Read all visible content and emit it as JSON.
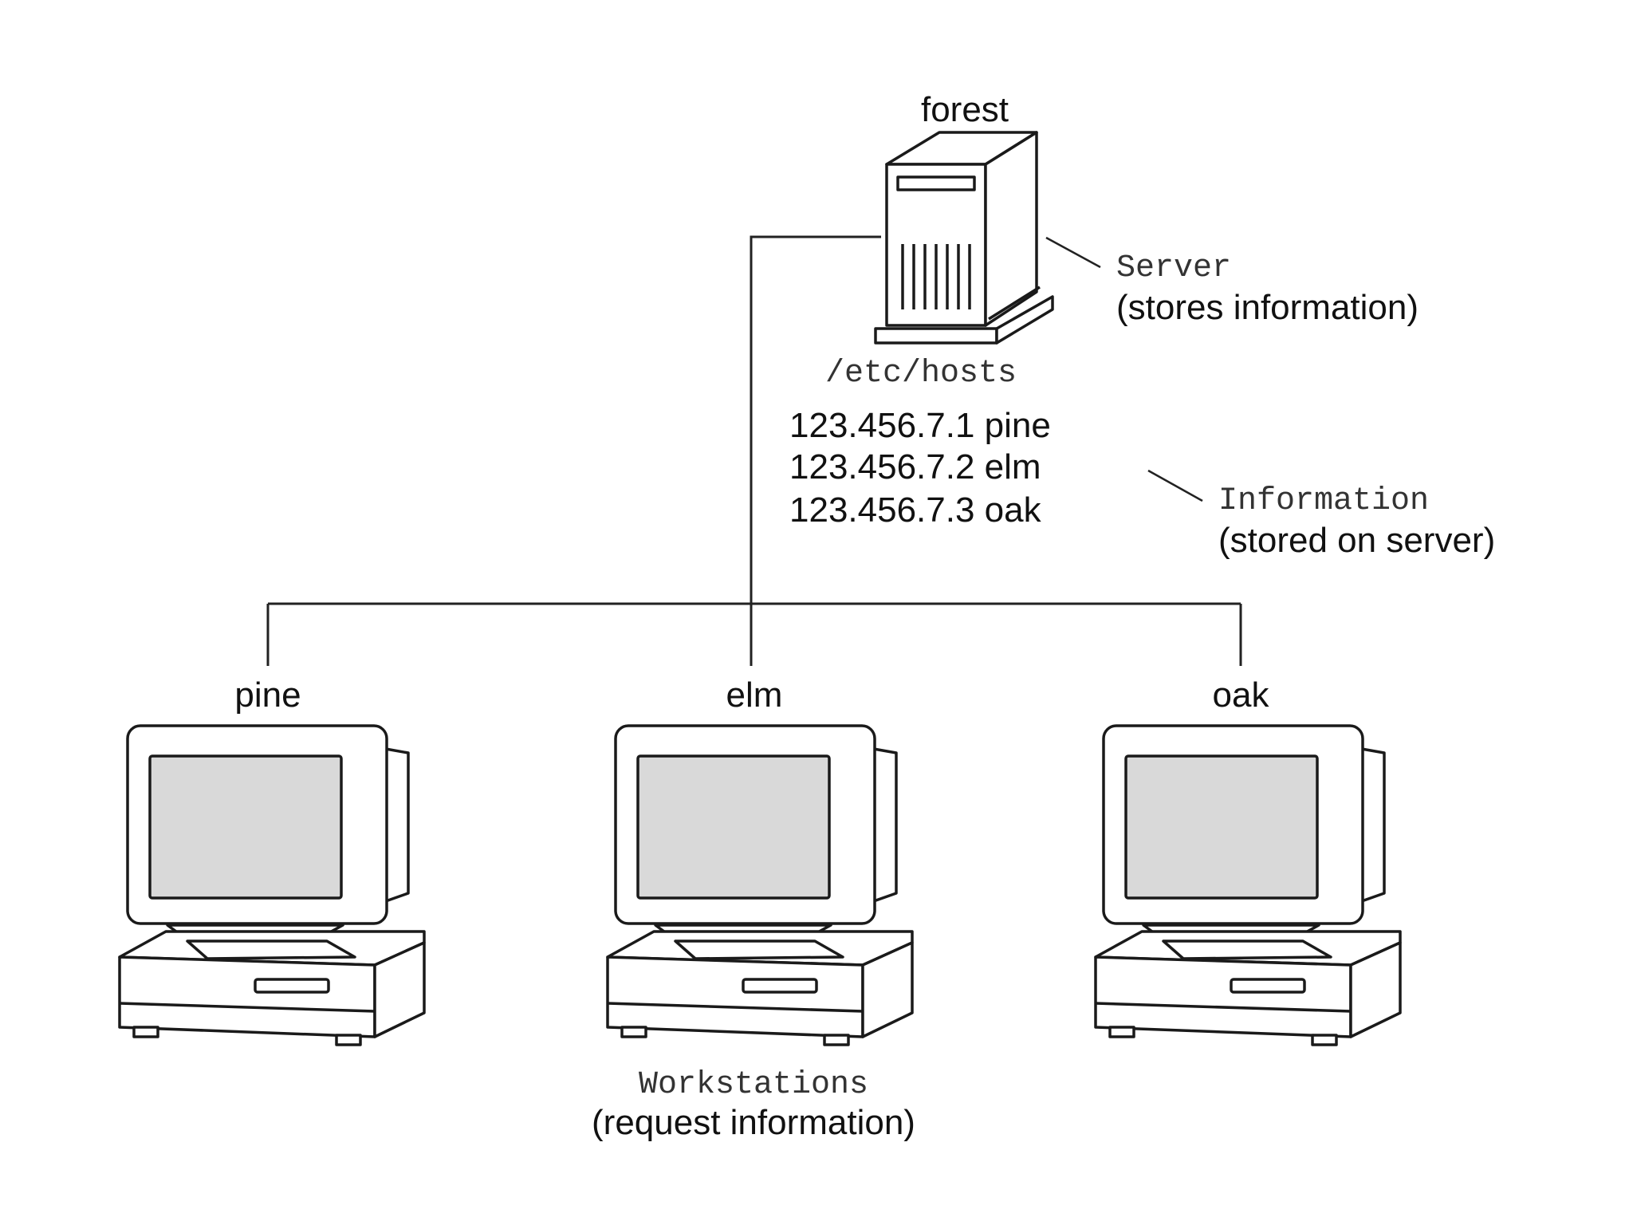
{
  "server": {
    "hostname": "forest",
    "role_title": "Server",
    "role_desc": "(stores information)",
    "file_path": "/etc/hosts",
    "hosts_entries": [
      "123.456.7.1 pine",
      "123.456.7.2 elm",
      "123.456.7.3 oak"
    ],
    "info_title": "Information",
    "info_desc": "(stored on server)"
  },
  "workstations": {
    "names": [
      "pine",
      "elm",
      "oak"
    ],
    "group_title": "Workstations",
    "group_desc": "(request information)"
  },
  "colors": {
    "line": "#222222",
    "screen": "#d9d9d9",
    "case": "#ffffff"
  }
}
